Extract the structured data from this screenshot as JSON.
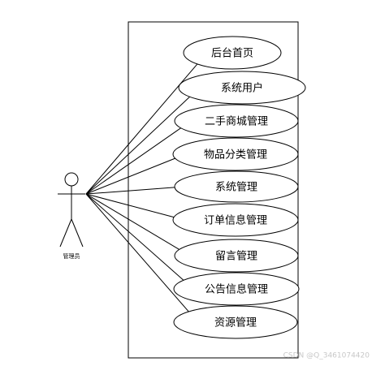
{
  "actor": {
    "label": "管理员"
  },
  "use_cases": [
    {
      "label": "后台首页"
    },
    {
      "label": "系统用户"
    },
    {
      "label": "二手商城管理"
    },
    {
      "label": "物品分类管理"
    },
    {
      "label": "系统管理"
    },
    {
      "label": "订单信息管理"
    },
    {
      "label": "留言管理"
    },
    {
      "label": "公告信息管理"
    },
    {
      "label": "资源管理"
    }
  ],
  "watermark": "CSDN @Q_3461074420"
}
